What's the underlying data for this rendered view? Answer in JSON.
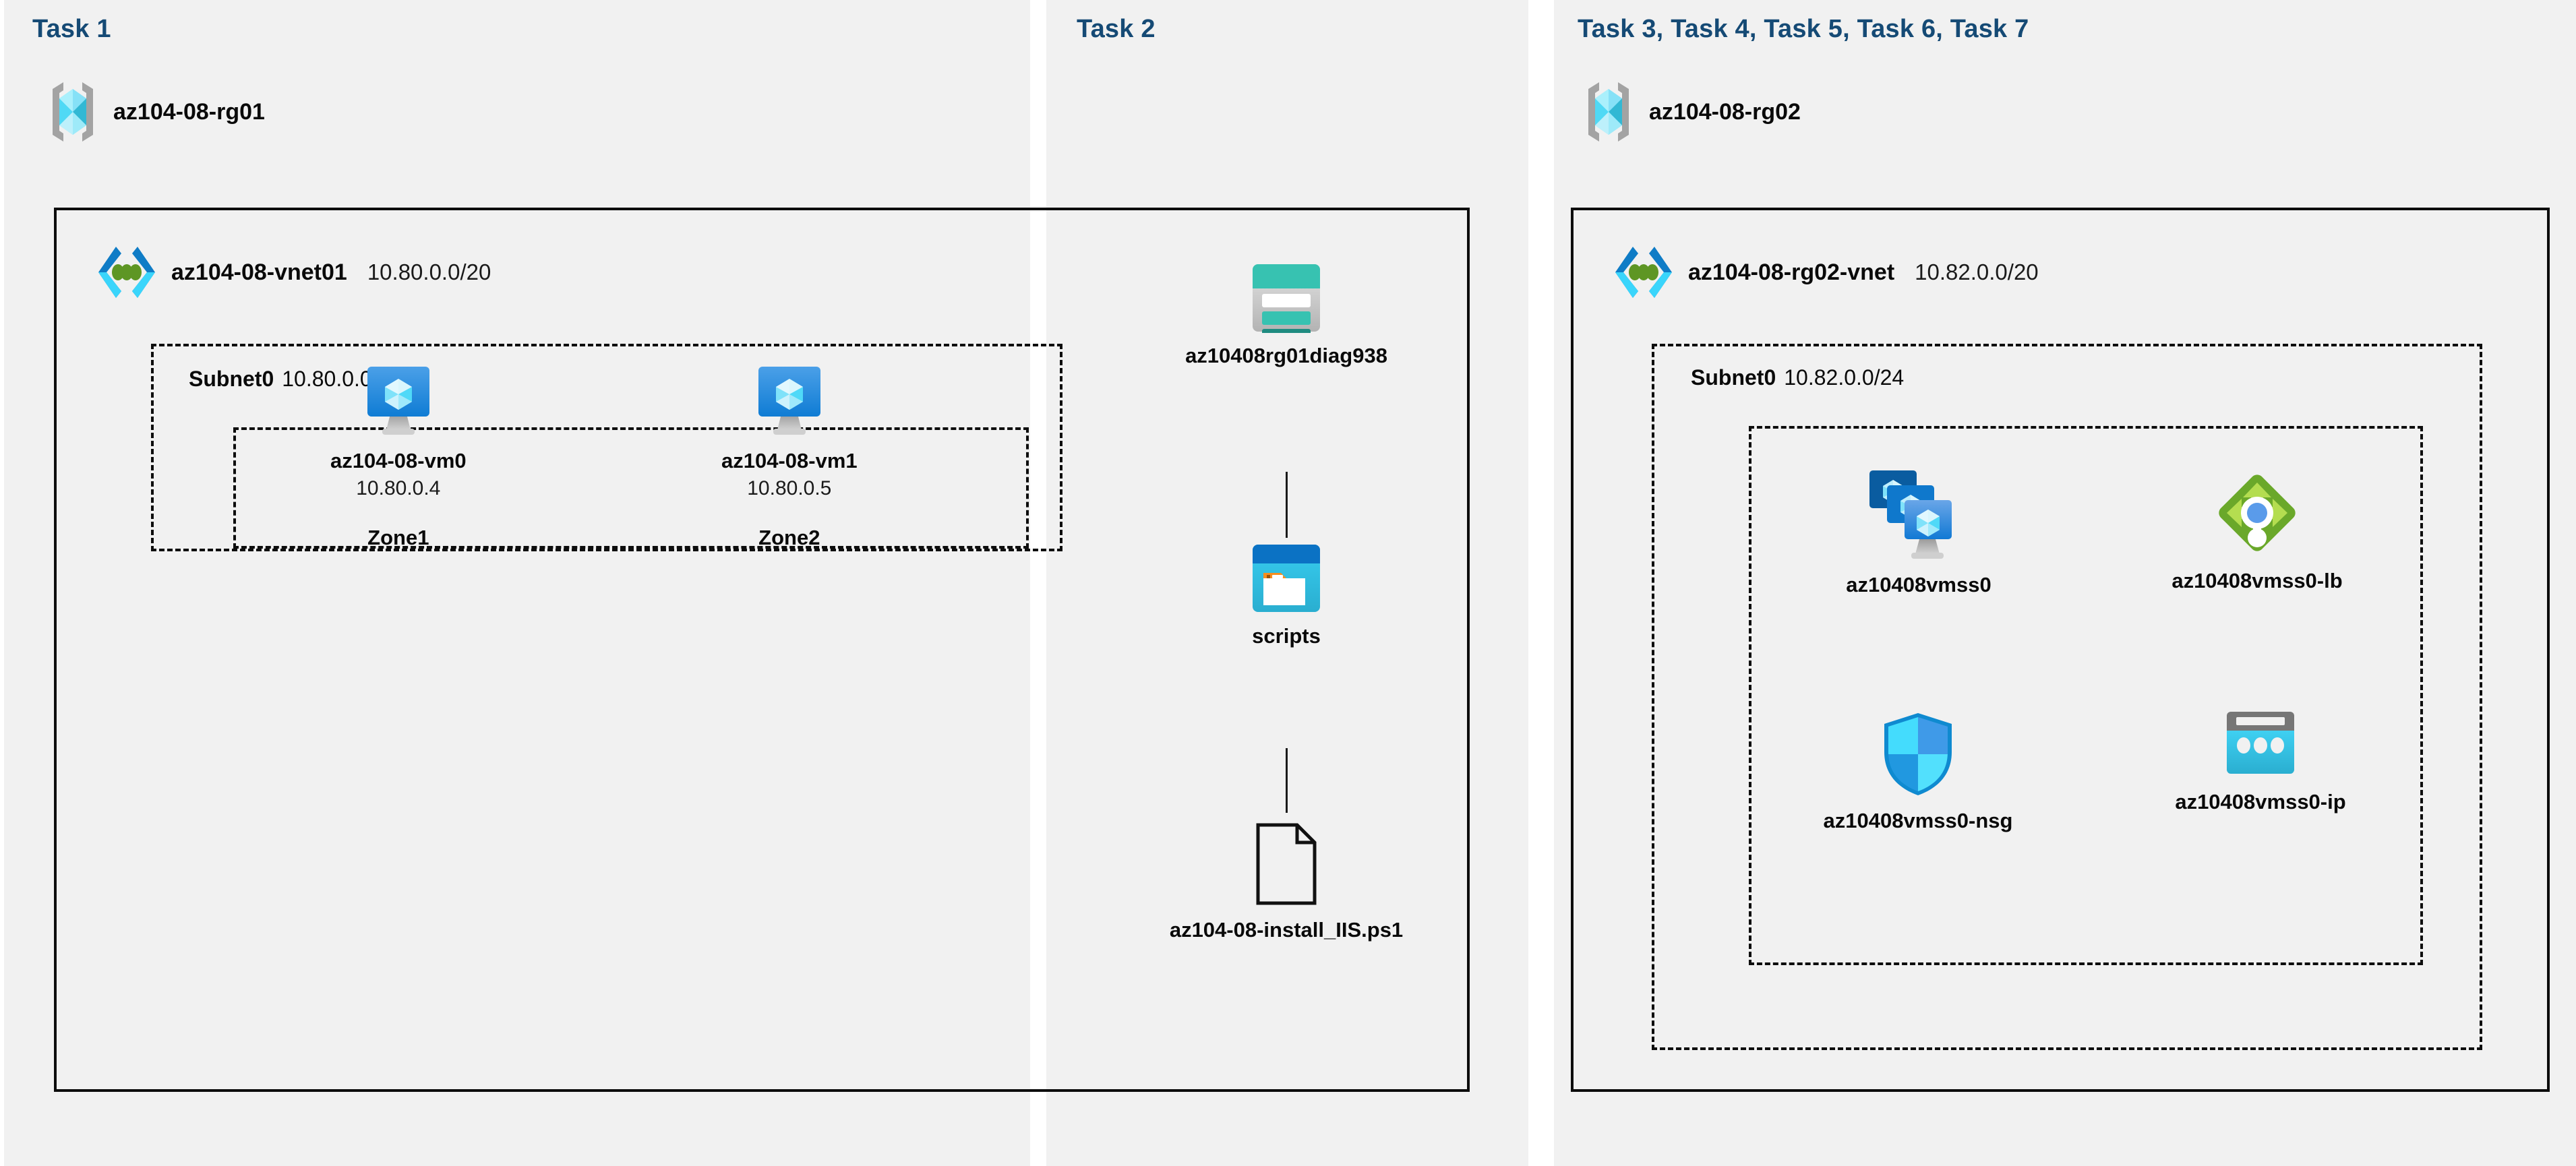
{
  "colors": {
    "task_title": "#154a75",
    "panel_bg": "#f1f1f1",
    "page_bg": "#ffffff",
    "border": "#0d0d0d",
    "vm_blue": "#1b88dd",
    "storage_teal": "#37c2b1",
    "lb_green": "#6aa82a",
    "nsg_cyan": "#32d4f5",
    "blob_cyan": "#32bedd",
    "folder_orange": "#f78d1e"
  },
  "panels": [
    {
      "id": "task1",
      "title": "Task 1"
    },
    {
      "id": "task2",
      "title": "Task 2"
    },
    {
      "id": "task3",
      "title": "Task 3, Task 4, Task 5, Task 6, Task 7"
    }
  ],
  "task1": {
    "resource_group": {
      "name": "az104-08-rg01",
      "icon": "resource-group-icon"
    },
    "vnet": {
      "name": "az104-08-vnet01",
      "cidr": "10.80.0.0/20",
      "icon": "virtual-network-icon"
    },
    "subnet": {
      "name": "Subnet0",
      "cidr": "10.80.0.0/24"
    },
    "vms": [
      {
        "name": "az104-08-vm0",
        "ip": "10.80.0.4",
        "zone": "Zone1",
        "icon": "virtual-machine-icon"
      },
      {
        "name": "az104-08-vm1",
        "ip": "10.80.0.5",
        "zone": "Zone2",
        "icon": "virtual-machine-icon"
      }
    ]
  },
  "task2": {
    "storage_account": {
      "name": "az10408rg01diag938",
      "icon": "storage-account-icon"
    },
    "container": {
      "name": "scripts",
      "icon": "blob-container-icon"
    },
    "file": {
      "name": "az104-08-install_IIS.ps1",
      "icon": "script-file-icon"
    }
  },
  "task3": {
    "resource_group": {
      "name": "az104-08-rg02",
      "icon": "resource-group-icon"
    },
    "vnet": {
      "name": "az104-08-rg02-vnet",
      "cidr": "10.82.0.0/20",
      "icon": "virtual-network-icon"
    },
    "subnet": {
      "name": "Subnet0",
      "cidr": "10.82.0.0/24"
    },
    "resources": [
      {
        "name": "az10408vmss0",
        "icon": "vm-scale-set-icon"
      },
      {
        "name": "az10408vmss0-lb",
        "icon": "load-balancer-icon"
      },
      {
        "name": "az10408vmss0-nsg",
        "icon": "network-security-group-icon"
      },
      {
        "name": "az10408vmss0-ip",
        "icon": "public-ip-address-icon"
      }
    ]
  }
}
